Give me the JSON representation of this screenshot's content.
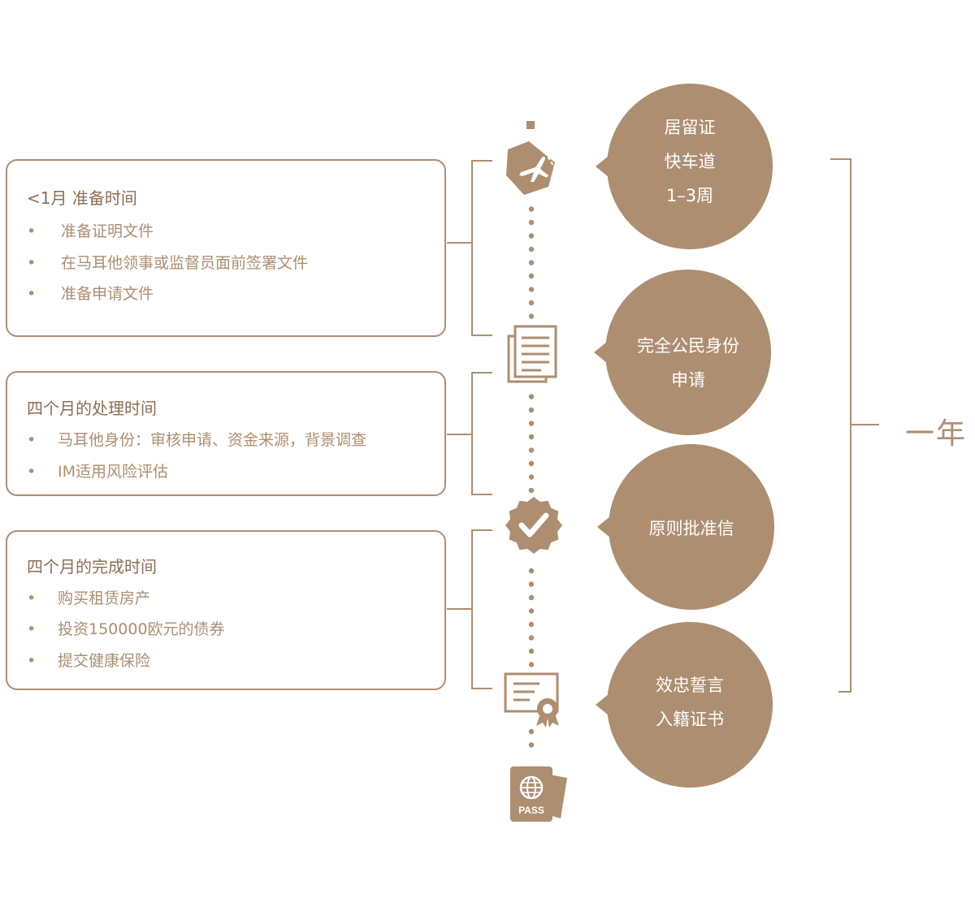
{
  "accent_color": "#ad8e70",
  "stages": [
    {
      "title": "<1月 准备时间",
      "items": [
        "准备证明文件",
        "在马耳他领事或监督员面前签署文件",
        "准备申请文件"
      ]
    },
    {
      "title": "四个月的处理时间",
      "items": [
        "马耳他身份：审核申请、资金来源，背景调查",
        "IM适用风险评估"
      ]
    },
    {
      "title": "四个月的完成时间",
      "items": [
        "购买租赁房产",
        "投资150000欧元的债券",
        "提交健康保险"
      ]
    }
  ],
  "bullet_glyph": "•",
  "milestones": [
    {
      "icon": "airplane-ticket-icon",
      "lines": [
        "居留证",
        "快车道",
        "1–3周"
      ]
    },
    {
      "icon": "documents-icon",
      "lines": [
        "完全公民身份",
        "申请"
      ]
    },
    {
      "icon": "approval-check-icon",
      "lines": [
        "原则批准信"
      ]
    },
    {
      "icon": "certificate-icon",
      "lines": [
        "效忠誓言",
        "入籍证书"
      ]
    }
  ],
  "end_icon": {
    "icon": "passport-icon",
    "label": "PASS"
  },
  "total_duration": "一年"
}
